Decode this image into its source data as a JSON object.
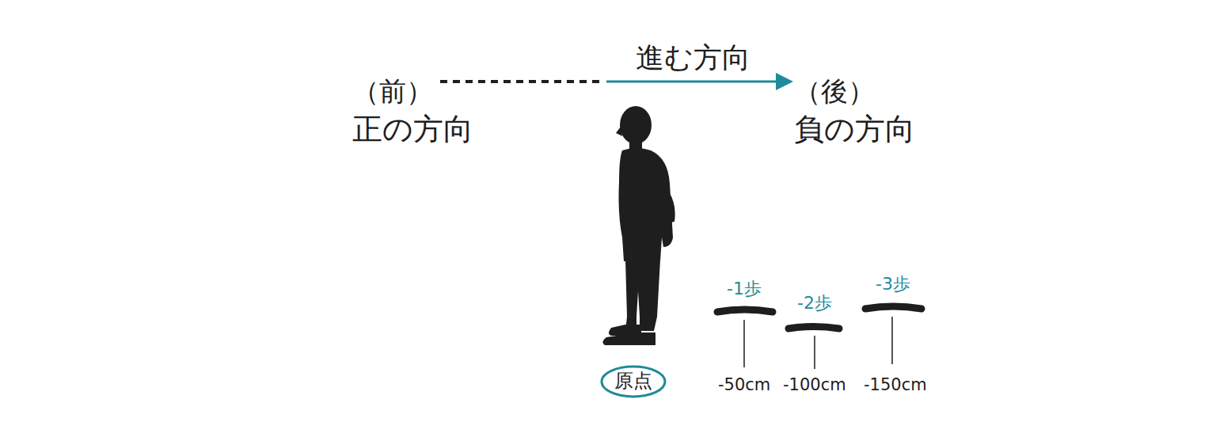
{
  "diagram": {
    "nodes": [
      {
        "text": [
          "原点"
        ]
      }
    ],
    "labels": [
      "（前）",
      "正の方向",
      "進む方向",
      "（後）",
      "負の方向",
      "-1歩",
      "-2歩",
      "-3歩",
      "-50cm",
      "-100cm",
      "-150cm"
    ]
  }
}
